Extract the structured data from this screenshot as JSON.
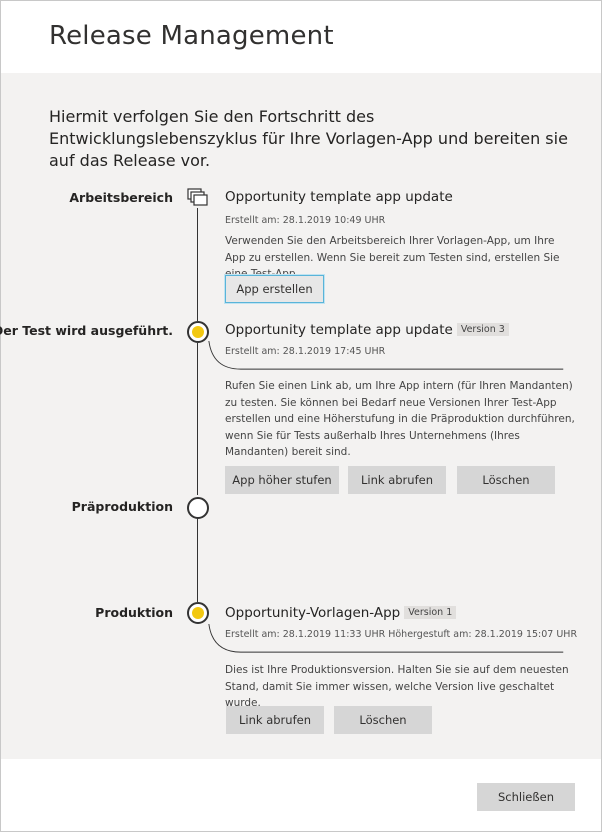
{
  "dialog": {
    "title": "Release Management",
    "intro": "Hiermit verfolgen Sie den Fortschritt des Entwicklungslebenszyklus für Ihre Vorlagen-App und bereiten sie auf das Release vor."
  },
  "stages": {
    "workspace": {
      "label": "Arbeitsbereich",
      "icon": "workspace-icon",
      "app_name": "Opportunity template app update",
      "meta": "Erstellt am: 28.1.2019 10:49 UHR",
      "description": "Verwenden Sie den Arbeitsbereich Ihrer Vorlagen-App, um Ihre App zu erstellen. Wenn Sie bereit zum Testen sind, erstellen Sie eine Test-App.",
      "button": "App erstellen"
    },
    "test": {
      "label": "Der Test wird ausgeführt.",
      "app_name": "Opportunity template app update",
      "version": "Version 3",
      "meta": "Erstellt am: 28.1.2019 17:45 UHR",
      "description": "Rufen Sie einen Link ab, um Ihre App intern (für Ihren Mandanten) zu testen. Sie können bei Bedarf neue Versionen Ihrer Test-App erstellen und eine Höherstufung in die Präproduktion durchführen, wenn Sie für Tests außerhalb Ihres Unternehmens (Ihres Mandanten) bereit sind.",
      "buttons": {
        "promote": "App höher stufen",
        "get_link": "Link abrufen",
        "delete": "Löschen"
      },
      "status_color": "#f2c811"
    },
    "preproduction": {
      "label": "Präproduktion"
    },
    "production": {
      "label": "Produktion",
      "app_name": "Opportunity-Vorlagen-App",
      "version": "Version 1",
      "meta": "Erstellt am: 28.1.2019 11:33 UHR Höhergestuft am: 28.1.2019 15:07 UHR",
      "description": "Dies ist Ihre Produktionsversion. Halten Sie sie auf dem neuesten Stand, damit Sie immer wissen, welche Version live geschaltet wurde.",
      "buttons": {
        "get_link": "Link abrufen",
        "delete": "Löschen"
      },
      "status_color": "#f2c811"
    }
  },
  "footer": {
    "close": "Schließen"
  },
  "colors": {
    "content_bg": "#f3f2f1",
    "button_bg": "#d6d6d6",
    "focus_border": "#59b4d9",
    "active_dot": "#f2c811"
  }
}
